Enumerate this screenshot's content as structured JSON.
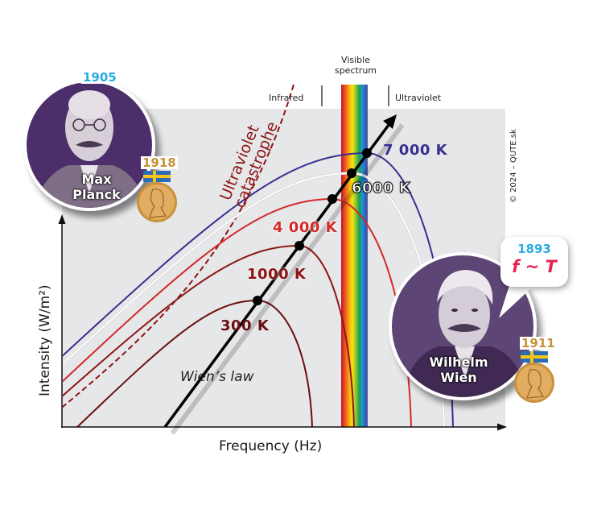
{
  "labels": {
    "visible_spectrum": [
      "Visible",
      "spectrum"
    ],
    "infrared": "Infrared",
    "ultraviolet": "Ultraviolet",
    "uv_catastrophe": [
      "Ultraviolet",
      "catastrophe"
    ],
    "wiens_law": "Wien’s law",
    "copyright": "© 2024 – QUTE.sk"
  },
  "axes": {
    "x_title": "Frequency (Hz)",
    "y_title": "Intensity (W/m²)"
  },
  "people": {
    "planck": {
      "name": [
        "Max",
        "Planck"
      ],
      "year": "1905",
      "nobel_year": "1918"
    },
    "wien": {
      "name": [
        "Wilhelm",
        "Wien"
      ],
      "nobel_year": "1911",
      "bubble_year": "1893",
      "bubble_formula": "f ~ T"
    }
  },
  "colors": {
    "t7000": "#3b2f8f",
    "t6000": "#ffffff",
    "t4000": "#d42a2a",
    "t1000": "#8e1515",
    "t300": "#6a0f0f",
    "catastrophe": "#8e1515",
    "plot_bg": "#e6e7e9",
    "portrait_bg": "#4b2d6b",
    "accent_blue": "#29abe2",
    "accent_pink": "#e8224f",
    "gold": "#c8913a"
  },
  "chart_data": {
    "type": "line",
    "title": "Black-body radiation spectra and Wien's displacement law",
    "xlabel": "Frequency (Hz)",
    "ylabel": "Intensity (W/m²)",
    "x_ticks": [],
    "y_ticks": [],
    "grid": false,
    "series": [
      {
        "name": "7000 K",
        "label": "7 000 K",
        "color_key": "t7000"
      },
      {
        "name": "6000 K",
        "label": "6000 K",
        "color_key": "t6000"
      },
      {
        "name": "4000 K",
        "label": "4 000 K",
        "color_key": "t4000"
      },
      {
        "name": "1000 K",
        "label": "1000 K",
        "color_key": "t1000"
      },
      {
        "name": "300 K",
        "label": "300 K",
        "color_key": "t300"
      }
    ],
    "annotations": [
      "Ultraviolet catastrophe (classical prediction, dashed)",
      "Wien’s law (line through peaks)",
      "Visible spectrum band"
    ]
  }
}
